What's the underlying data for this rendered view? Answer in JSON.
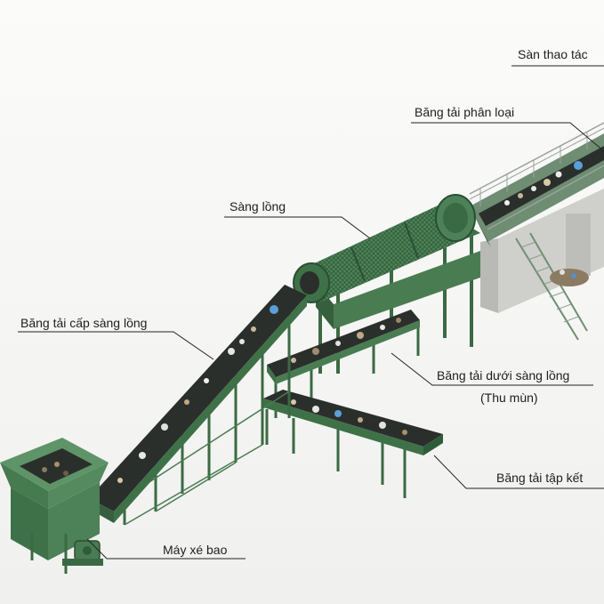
{
  "labels": {
    "operating_floor": "Sàn thao tác",
    "sorting_conveyor": "Băng tải phân loại",
    "trommel_screen": "Sàng lồng",
    "trommel_feed_conveyor": "Băng tải cấp sàng lồng",
    "under_trommel_conveyor": "Băng tải dưới sàng lồng",
    "under_trommel_note": "(Thu mùn)",
    "collection_conveyor": "Băng tải tập kết",
    "bag_shredder": "Máy xé bao"
  },
  "colors": {
    "machine_green": "#3f7148",
    "machine_green_dark": "#2a4f33",
    "machine_green_light": "#5e9468",
    "belt_dark": "#2b2f2c",
    "leader_line": "#222222",
    "background": "#f6f6f4"
  }
}
